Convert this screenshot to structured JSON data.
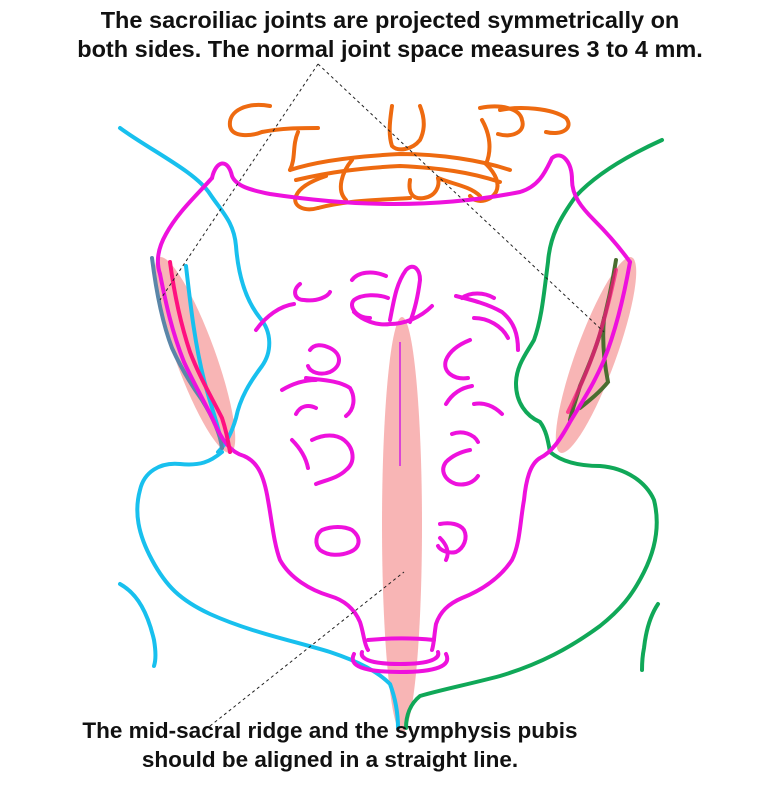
{
  "captions": {
    "top": [
      "The sacroiliac joints are projected symmetrically on",
      "both sides. The normal joint space measures 3 to 4 mm."
    ],
    "bottom": [
      "The mid-sacral ridge and the symphysis pubis",
      "should be aligned in a straight line."
    ]
  },
  "colors": {
    "sacrum": "#ee11dd",
    "lumbar": "#ee6a10",
    "right_ilium": "#18c0ee",
    "left_ilium": "#10a858",
    "highlight": "#f7a8a8",
    "sacroiliac_line_right": "#5a86a8",
    "sacroiliac_line_left": "#4a6e30",
    "joint_edge": "#ff1080",
    "leader": "#222222",
    "text": "#111111"
  }
}
